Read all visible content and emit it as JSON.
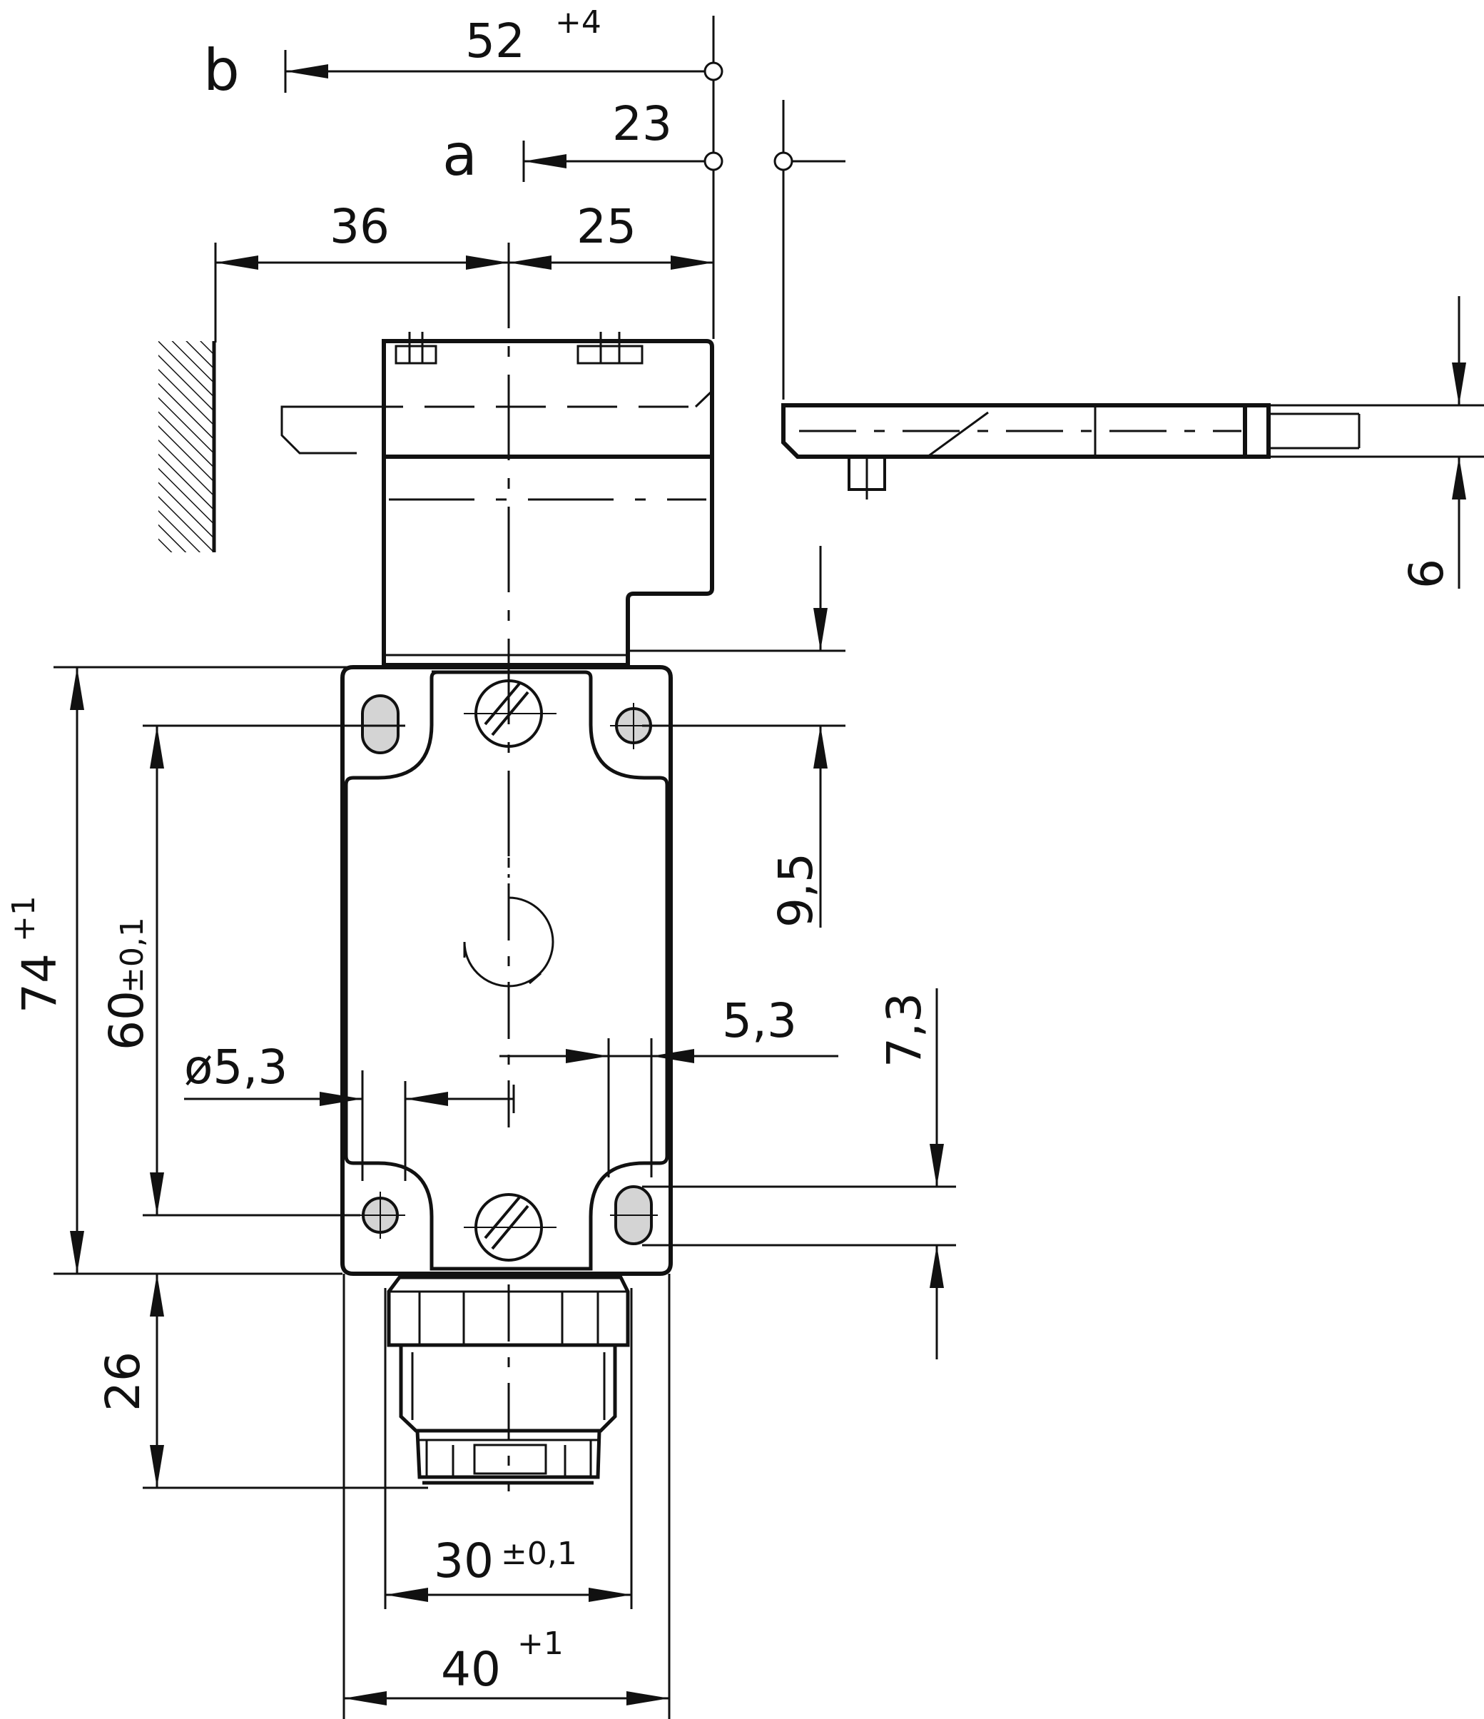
{
  "markers": {
    "b": "b",
    "a": "a"
  },
  "dimensions": {
    "d52": "52",
    "d52_tol": "+4",
    "d23": "23",
    "d36": "36",
    "d25": "25",
    "d6": "6",
    "d9_5": "9,5",
    "d74": "74",
    "d74_tol": "+1",
    "d60": "60",
    "d60_tol": "±0,1",
    "d5_3_dia": "ø5,3",
    "d5_3": "5,3",
    "d7_3": "7,3",
    "d26": "26",
    "d30": "30",
    "d30_tol": "±0,1",
    "d40": "40",
    "d40_tol": "+1"
  },
  "colors": {
    "line": "#111111",
    "hole_fill": "#d4d4d4",
    "background": "#ffffff"
  }
}
